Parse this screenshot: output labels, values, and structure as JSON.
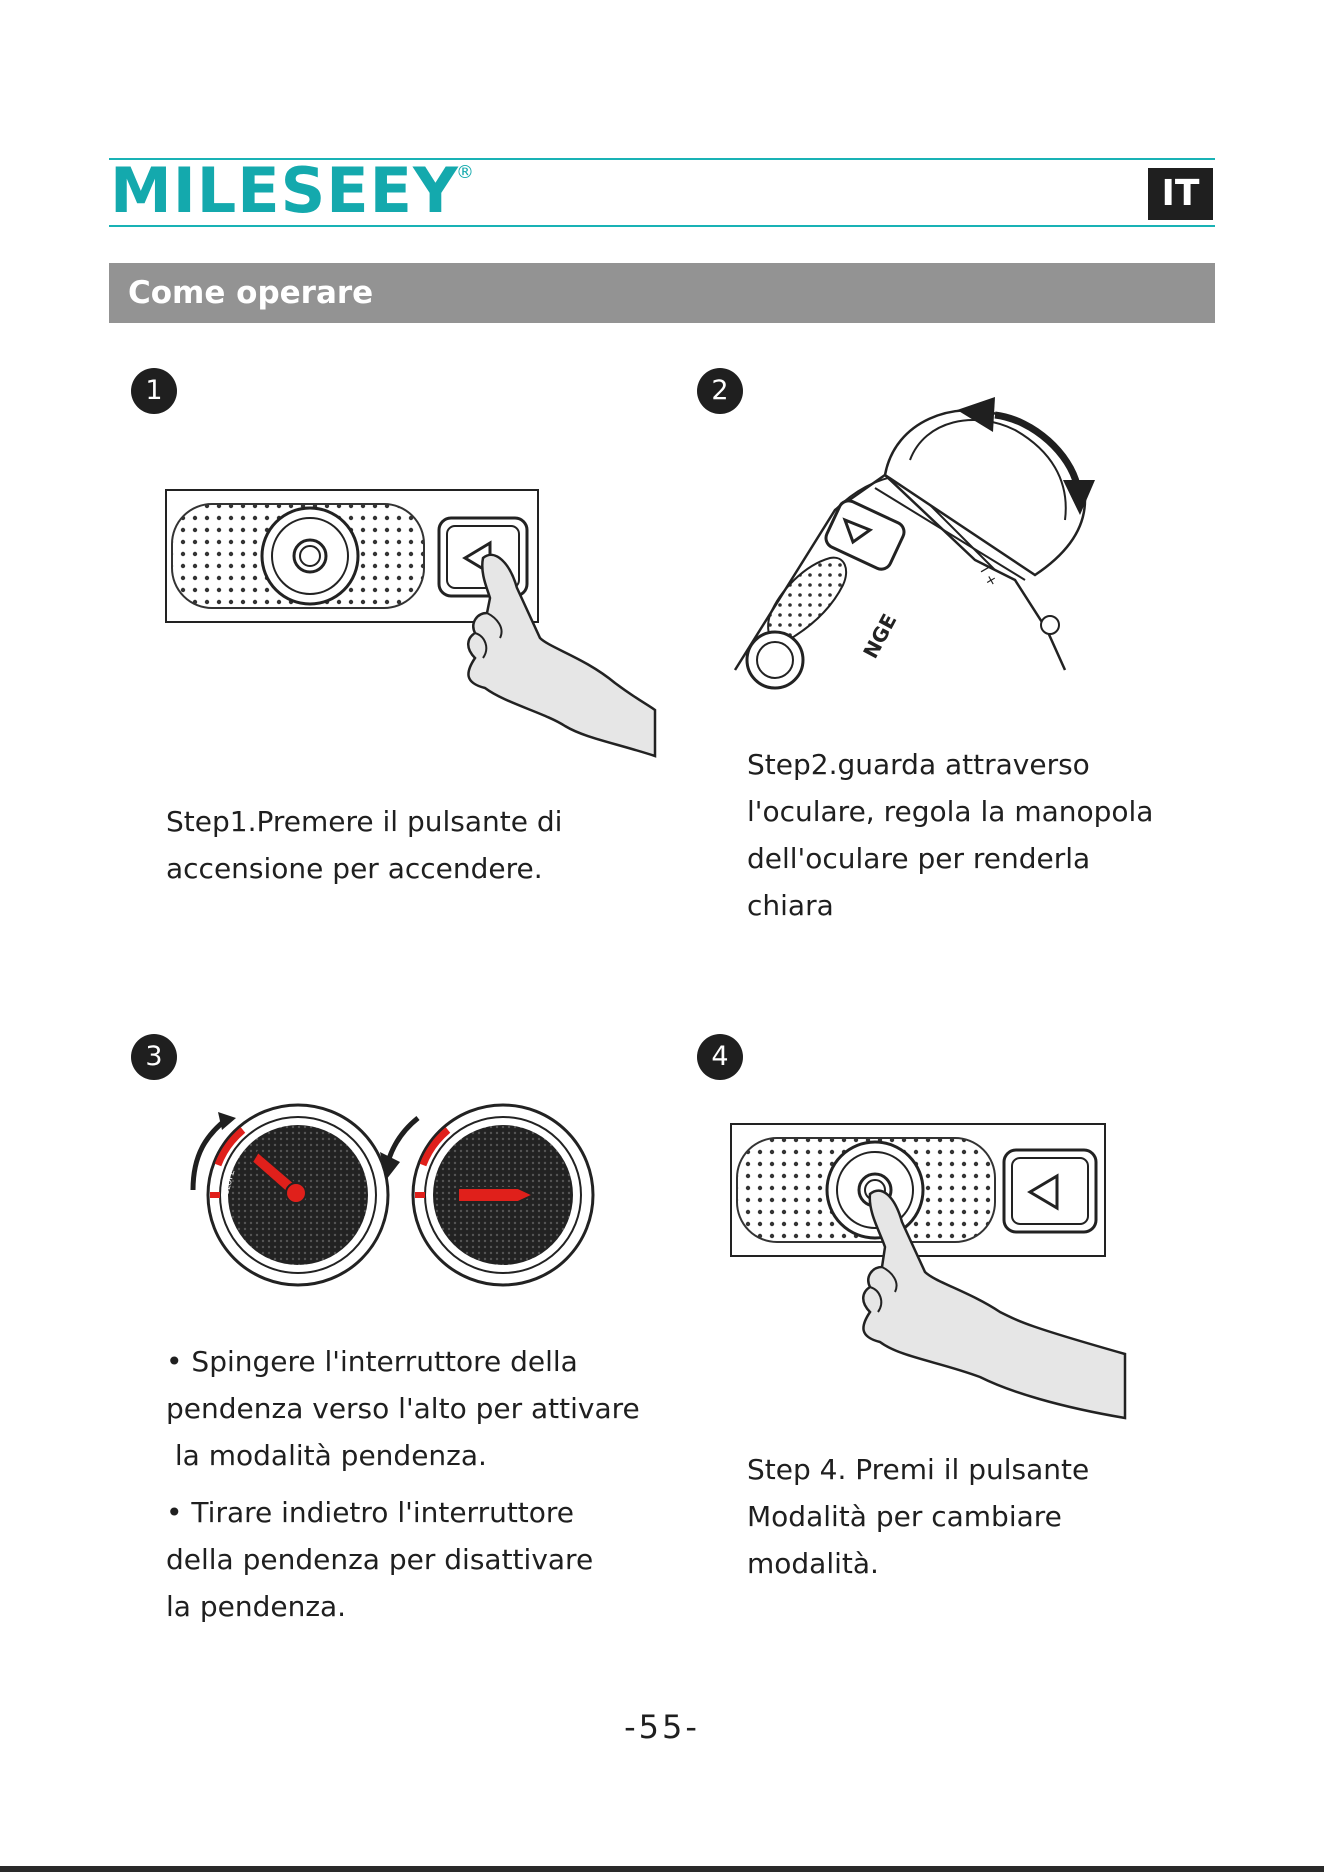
{
  "header": {
    "brand": "MILESEEY",
    "registered_mark": "®",
    "language_badge": "IT"
  },
  "section": {
    "title": "Come operare"
  },
  "steps": [
    {
      "number": "1",
      "lines": [
        "Step1.Premere il pulsante di",
        "accensione per accendere."
      ]
    },
    {
      "number": "2",
      "lines": [
        "Step2.guarda attraverso",
        "l'oculare, regola la manopola",
        "dell'oculare per renderla",
        "chiara"
      ]
    },
    {
      "number": "3",
      "bullets": [
        [
          "• Spingere l'interruttore della",
          "pendenza verso l'alto per attivare",
          " la modalità pendenza."
        ],
        [
          "• Tirare indietro l'interruttore",
          "della pendenza per disattivare",
          "la pendenza."
        ]
      ],
      "dial_label": "SLOPE"
    },
    {
      "number": "4",
      "lines": [
        "Step 4. Premi il pulsante",
        "Modalità per cambiare",
        "modalità."
      ]
    }
  ],
  "footer": {
    "page_number": "-55-"
  },
  "colors": {
    "brand_teal": "#14a9ad",
    "section_gray": "#939393",
    "accent_red": "#e0201b"
  }
}
